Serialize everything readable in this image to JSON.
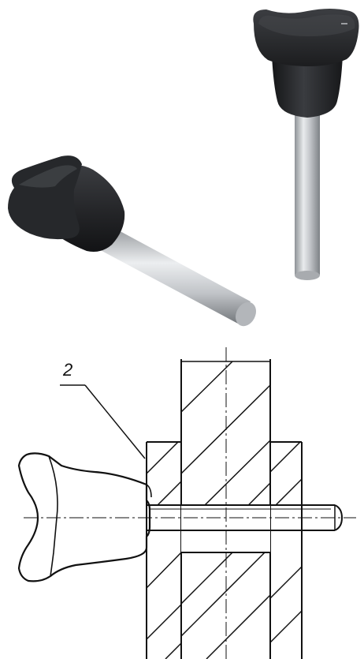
{
  "product_photo": {
    "items": [
      {
        "name": "upright-indexing-pin"
      },
      {
        "name": "lying-indexing-pin"
      }
    ],
    "colors": {
      "knob": "#1f2022",
      "pin": "#c9ccd0"
    }
  },
  "technical_drawing": {
    "callout_label": "2",
    "colors": {
      "line": "#111111"
    }
  }
}
